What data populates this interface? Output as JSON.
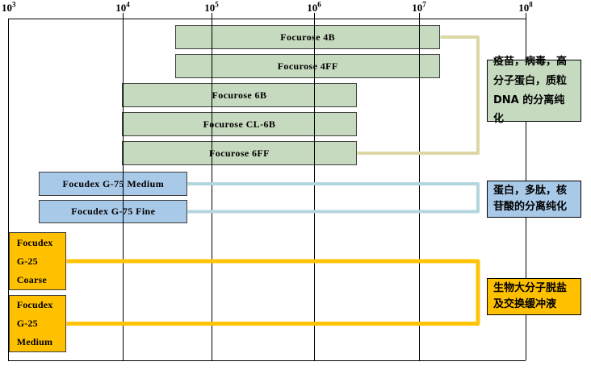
{
  "chart_data": {
    "type": "bar",
    "variant": "horizontal-range-bars",
    "title": "",
    "x_axis": {
      "scale": "log10",
      "base": "10",
      "tick_exponents": [
        3,
        4,
        5,
        6,
        7,
        8
      ],
      "tick_labels": [
        "10³",
        "10⁴",
        "10⁵",
        "10⁶",
        "10⁷",
        "10⁸"
      ],
      "range_exponents": [
        3,
        8
      ],
      "grid": true,
      "axis_position": "top-and-bottom"
    },
    "legend_position": "none",
    "groups": [
      {
        "id": "focurose-agarose",
        "bar_color": "#c6dabf",
        "connector_color": "#dcd8a5",
        "annotation": {
          "text": "疫苗，病毒，高分子蛋白，质粒DNA 的分离纯化",
          "lines": [
            "疫苗，病毒，高",
            "分子蛋白，质粒",
            "DNA 的分离纯化"
          ],
          "bg": "#c6dabf"
        },
        "bars": [
          {
            "label": "Focurose 4B",
            "exp_range": [
              4.59,
              7.2
            ],
            "approx_range": [
              40000,
              16000000
            ]
          },
          {
            "label": "Focurose 4FF",
            "exp_range": [
              4.59,
              7.2
            ],
            "approx_range": [
              40000,
              16000000
            ]
          },
          {
            "label": "Focurose 6B",
            "exp_range": [
              3.99,
              6.41
            ],
            "approx_range": [
              10000,
              2600000
            ]
          },
          {
            "label": "Focurose CL-6B",
            "exp_range": [
              3.99,
              6.41
            ],
            "approx_range": [
              10000,
              2600000
            ]
          },
          {
            "label": "Focurose 6FF",
            "exp_range": [
              3.99,
              6.41
            ],
            "approx_range": [
              10000,
              2600000
            ]
          }
        ]
      },
      {
        "id": "focudex-g75",
        "bar_color": "#a9c9e8",
        "connector_color": "#b3d6de",
        "annotation": {
          "text": "蛋白，多肽，核苷酸的分离纯化",
          "lines": [
            "蛋白，多肽，核",
            "苷酸的分离纯化"
          ],
          "bg": "#a9c9e8"
        },
        "bars": [
          {
            "label": "Focudex G-75 Medium",
            "exp_range": [
              3.27,
              4.73
            ],
            "approx_range": [
              1900,
              54000
            ]
          },
          {
            "label": "Focudex G-75 Fine",
            "exp_range": [
              3.27,
              4.73
            ],
            "approx_range": [
              1900,
              54000
            ]
          }
        ]
      },
      {
        "id": "focudex-g25",
        "bar_color": "#ffc000",
        "connector_color": "#ffc408",
        "annotation": {
          "text": "生物大分子脱盐及交换缓冲液",
          "lines": [
            "生物大分子脱盐",
            "及交换缓冲液"
          ],
          "bg": "#ffc000"
        },
        "bars": [
          {
            "label": "Focudex G-25 Coarse",
            "label_lines": [
              "Focudex",
              "G-25",
              "Coarse"
            ],
            "exp_range": [
              3.005,
              3.51
            ],
            "approx_range": [
              1000,
              3200
            ]
          },
          {
            "label": "Focudex G-25 Medium",
            "label_lines": [
              "Focudex",
              "G-25",
              "Medium"
            ],
            "exp_range": [
              3.005,
              3.51
            ],
            "approx_range": [
              1000,
              3200
            ]
          }
        ]
      }
    ]
  }
}
